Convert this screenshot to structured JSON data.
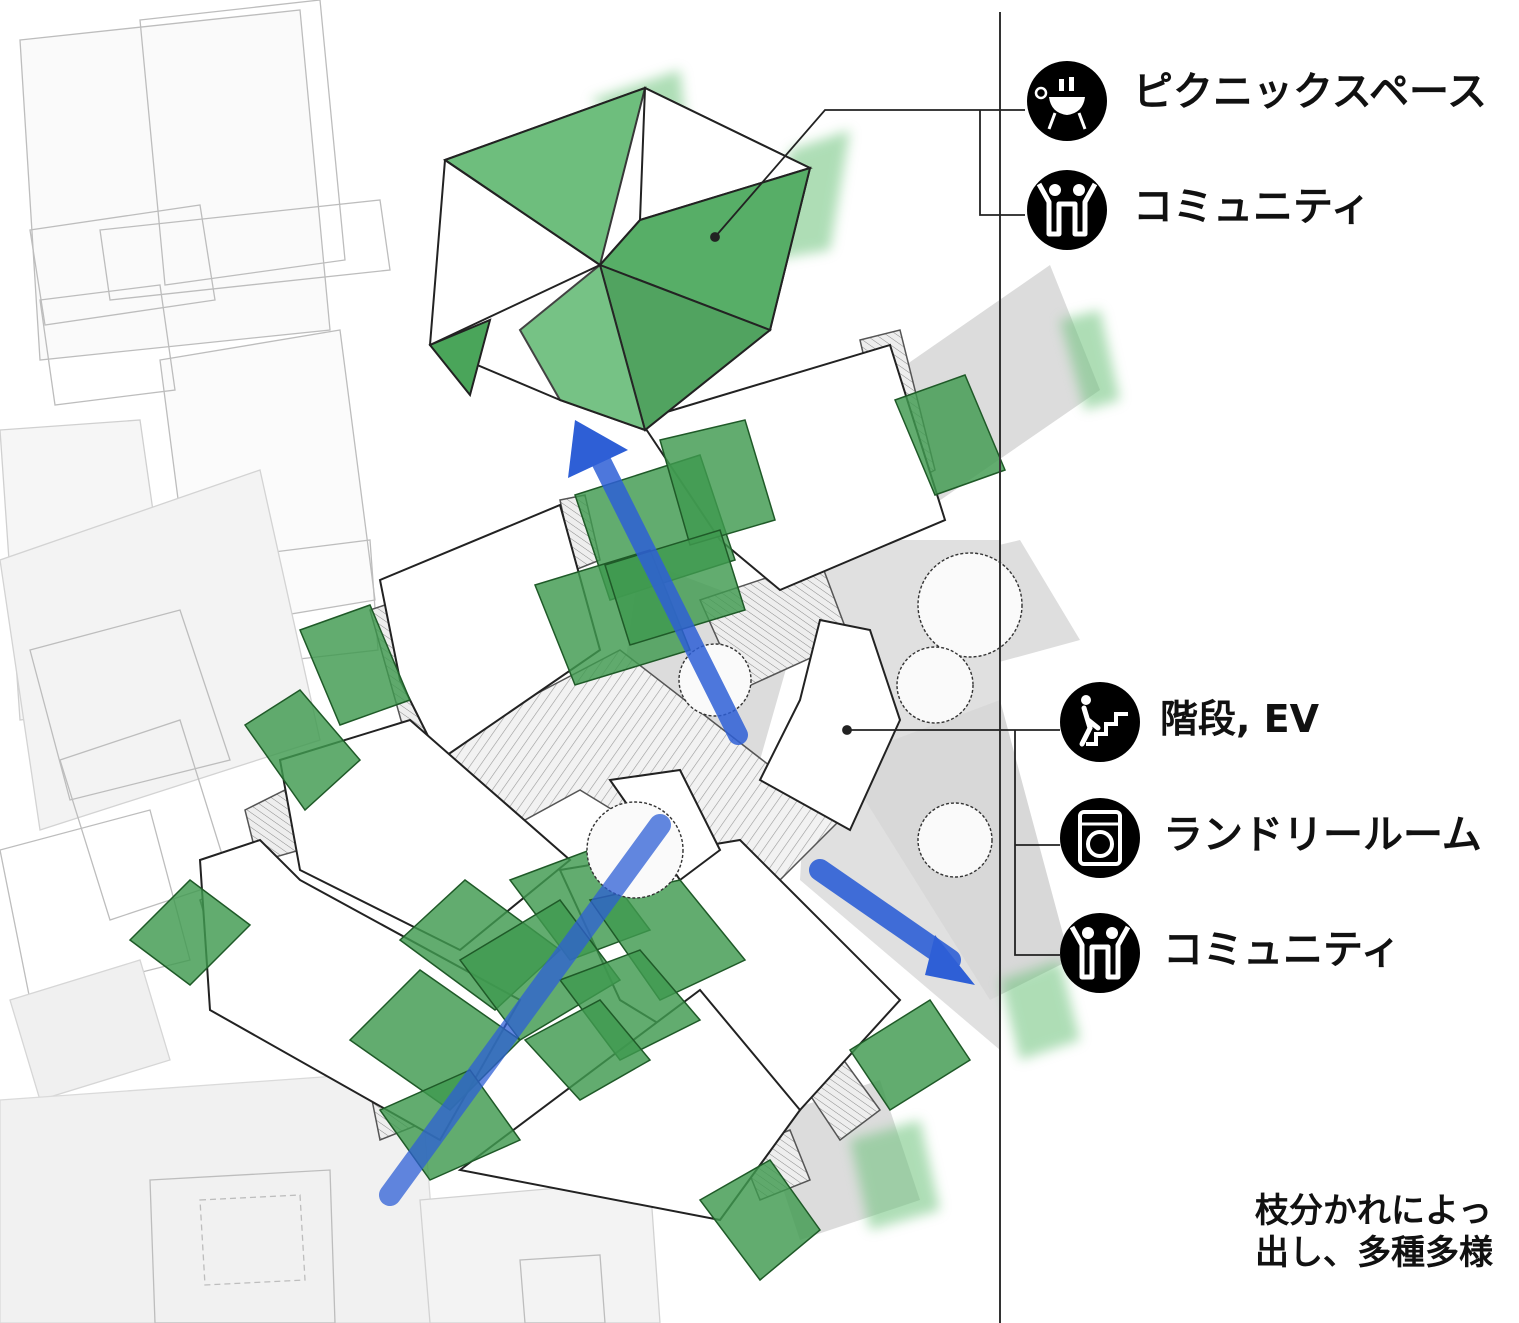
{
  "legend_top": [
    {
      "icon": "bbq-grill-icon",
      "label": "ピクニックスペース"
    },
    {
      "icon": "community-people-icon",
      "label": "コミュニティ"
    }
  ],
  "legend_bottom": [
    {
      "icon": "stairs-person-icon",
      "label": "階段, EV"
    },
    {
      "icon": "washing-machine-icon",
      "label": "ランドリールーム"
    },
    {
      "icon": "community-people-icon",
      "label": "コミュニティ"
    }
  ],
  "caption": {
    "line1": "枝分かれによっ",
    "line2": "出し、多種多様"
  },
  "colors": {
    "greenery": "#3f9a4f",
    "greenery_light": "#8fd19a",
    "circulation_arrow": "#2e5fd6",
    "paving": "#d9d9d9",
    "line": "#222222"
  }
}
